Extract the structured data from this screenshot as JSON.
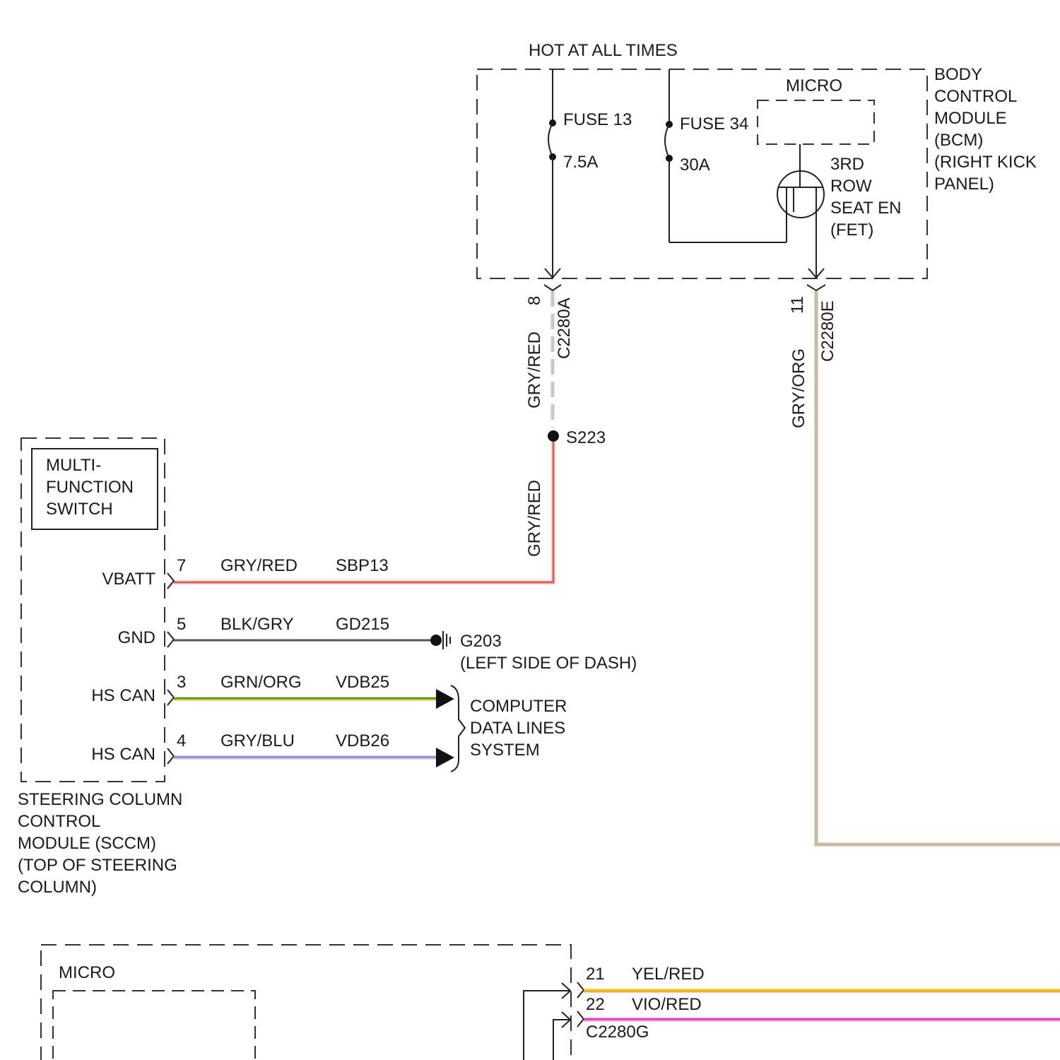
{
  "bcm": {
    "feed_label": "HOT AT ALL TIMES",
    "title_lines": [
      "BODY",
      "CONTROL",
      "MODULE",
      "(BCM)",
      "(RIGHT KICK",
      "PANEL)"
    ],
    "fuse13": {
      "name": "FUSE 13",
      "rating": "7.5A"
    },
    "fuse34": {
      "name": "FUSE 34",
      "rating": "30A"
    },
    "micro_label": "MICRO",
    "fet_lines": [
      "3RD",
      "ROW",
      "SEAT EN",
      "(FET)"
    ],
    "pin_a": {
      "pin": "8",
      "connector": "C2280A",
      "wire": "GRY/RED"
    },
    "pin_e": {
      "pin": "11",
      "connector": "C2280E",
      "wire": "GRY/ORG"
    }
  },
  "splice": {
    "name": "S223",
    "wire_below": "GRY/RED"
  },
  "sccm": {
    "switch_lines": [
      "MULTI-",
      "FUNCTION",
      "SWITCH"
    ],
    "title_lines": [
      "STEERING COLUMN",
      "CONTROL",
      "MODULE (SCCM)",
      "(TOP OF STEERING",
      "COLUMN)"
    ],
    "pins": [
      {
        "label": "VBATT",
        "pin": "7",
        "color": "GRY/RED",
        "circuit": "SBP13"
      },
      {
        "label": "GND",
        "pin": "5",
        "color": "BLK/GRY",
        "circuit": "GD215"
      },
      {
        "label": "HS CAN",
        "pin": "3",
        "color": "GRN/ORG",
        "circuit": "VDB25"
      },
      {
        "label": "HS CAN",
        "pin": "4",
        "color": "GRY/BLU",
        "circuit": "VDB26"
      }
    ]
  },
  "ground": {
    "name": "G203",
    "location": "(LEFT SIDE OF DASH)"
  },
  "data_lines": {
    "lines": [
      "COMPUTER",
      "DATA LINES",
      "SYSTEM"
    ]
  },
  "lower_module": {
    "micro_label": "MICRO",
    "pins": [
      {
        "pin": "21",
        "color": "YEL/RED"
      },
      {
        "pin": "22",
        "color": "VIO/RED"
      }
    ],
    "connector": "C2280G"
  },
  "colors": {
    "gry_red": "#e8a5a5",
    "gry_red_core": "#e05050",
    "blk_gry": "#555555",
    "grn_org_a": "#4a9a2a",
    "grn_org_b": "#e8c040",
    "gry_blu_a": "#8888dd",
    "gry_blu_b": "#c0c0c0",
    "gry_org_a": "#d7b98a",
    "gry_org_b": "#b9b9b9",
    "yel_red": "#f5c400",
    "vio_red": "#e040c0",
    "dashed_gray": "#c8c8c8"
  }
}
